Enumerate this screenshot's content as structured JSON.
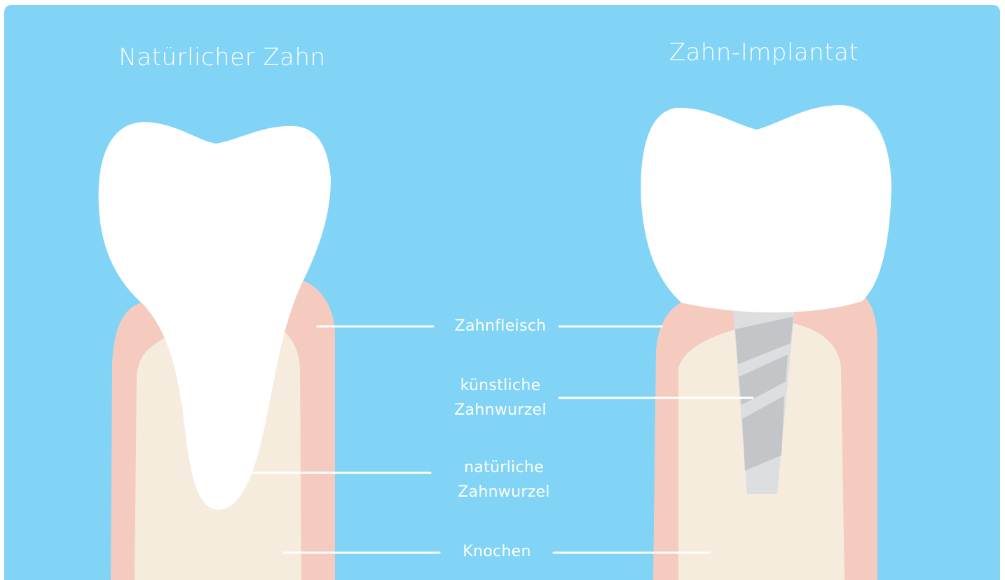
{
  "titles": {
    "natural": "Natürlicher Zahn",
    "implant": "Zahn-Implantat"
  },
  "labels": {
    "gum": "Zahnfleisch",
    "artificial_root": [
      "künstliche",
      "Zahnwurzel"
    ],
    "natural_root": [
      "natürliche",
      "Zahnwurzel"
    ],
    "bone": "Knochen"
  },
  "colors": {
    "background": "#81d4f6",
    "tooth": "#ffffff",
    "gum": "#f5cbbf",
    "bone": "#f5ecde",
    "implant_light": "#dcdee0",
    "implant_dark": "#c3c5c8",
    "leader_line": "#ffffff"
  }
}
